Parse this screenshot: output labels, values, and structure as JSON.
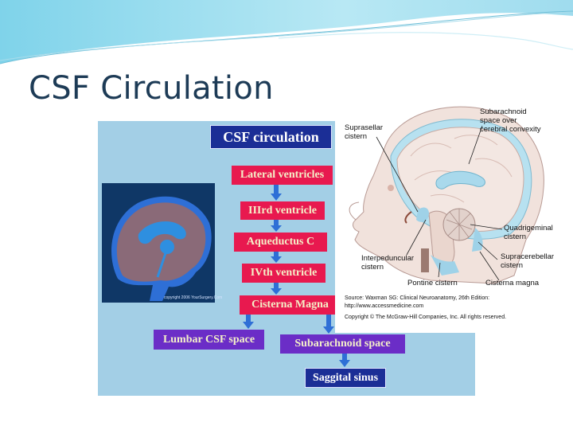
{
  "slide": {
    "title": "CSF Circulation"
  },
  "flowchart": {
    "title": "CSF circulation",
    "steps": {
      "lateral": "Lateral ventricles",
      "third": "IIIrd ventricle",
      "aqueduct": "Aqueductus C",
      "fourth": "IVth ventricle",
      "cisterna": "Cisterna Magna",
      "lumbar": "Lumbar CSF space",
      "subarachnoid": "Subarachnoid space",
      "sagittal": "Saggital sinus"
    },
    "image_copyright": "copyright 2006 YourSurgery.Com"
  },
  "anatomy": {
    "labels": {
      "suprasellar_1": "Suprasellar",
      "suprasellar_2": "cistern",
      "subarachnoid_1": "Subarachnoid",
      "subarachnoid_2": "space over",
      "subarachnoid_3": "cerebral convexity",
      "quadrigeminal_1": "Quadrigeminal",
      "quadrigeminal_2": "cistern",
      "interpeduncular_1": "Interpeduncular",
      "interpeduncular_2": "cistern",
      "supracerebellar_1": "Supracerebellar",
      "supracerebellar_2": "cistern",
      "pontine": "Pontine cistern",
      "magna": "Cisterna magna"
    },
    "source": {
      "line1": "Source: Waxman SG: Clinical Neuroanatomy, 26th Edition:",
      "line2": "http://www.accessmedicine.com",
      "line3": "Copyright © The McGraw-Hill Companies, Inc. All rights reserved."
    }
  },
  "colors": {
    "title": "#1d3b56",
    "panel": "#a3cfe6",
    "navy_box": "#1b2e96",
    "red_box": "#e8194f",
    "purple_box": "#6b2dc7",
    "box_text": "#f4f0c8",
    "arrow": "#2e6fd6"
  }
}
